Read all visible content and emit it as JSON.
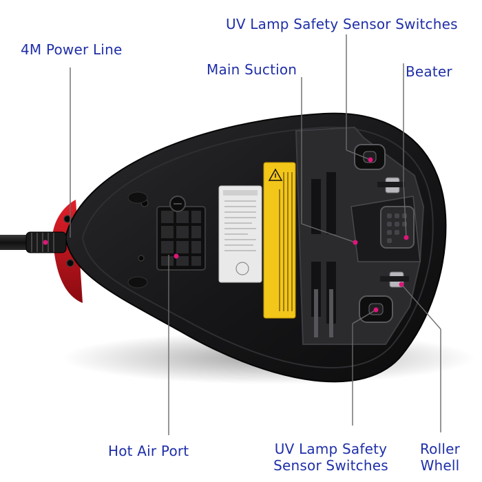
{
  "callouts": {
    "power_line": "4M Power Line",
    "main_suction": "Main Suction",
    "uv_top": "UV Lamp Safety Sensor Switches",
    "beater": "Beater",
    "hot_air_port": "Hot Air Port",
    "uv_bottom": [
      "UV Lamp Safety",
      "Sensor Switches"
    ],
    "roller_wheel": [
      "Roller",
      "Whell"
    ]
  },
  "colors": {
    "label_text": "#1f2fa8",
    "leader_line": "#6a6a6a",
    "marker_dot": "#e0157a",
    "body_dark": "#1b1b1d",
    "accent_red": "#c4141c",
    "warning_yellow": "#f3c61a"
  }
}
